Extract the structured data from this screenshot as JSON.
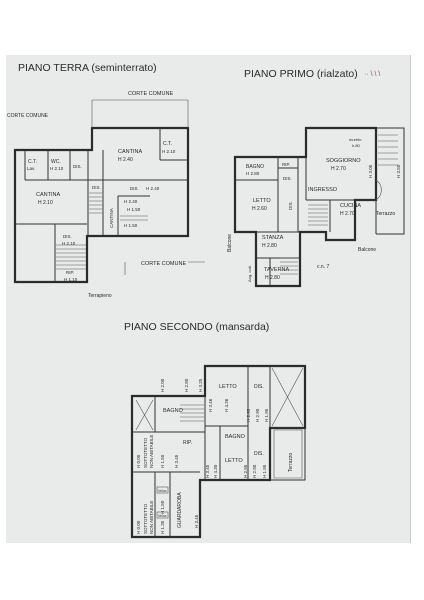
{
  "titles": {
    "ground": "PIANO TERRA (seminterrato)",
    "first": "PIANO PRIMO (rialzato)",
    "second": "PIANO SECONDO (mansarda)",
    "first_note": "·· \\ \\ \\"
  },
  "ground_floor": {
    "corte_top": "CORTE COMUNE",
    "corte_left": "CORTE COMUNE",
    "corte_bottom": "CORTE COMUNE",
    "terrapieno": "Terrapieno",
    "rooms": {
      "ct1": "C.T.",
      "ct1_sub": "Lav.",
      "wc": "WC.",
      "wc_h": "H 2.10",
      "dis1": "DIS.",
      "cantina_main": "CANTINA",
      "cantina_main_h": "H 2.40",
      "ct2": "C.T.",
      "ct2_h": "H 2.10",
      "cantina_left": "CANTINA",
      "cantina_left_h": "H 2.10",
      "dis2": "DIS.",
      "dis3": "DIS.",
      "dis3_h": "H 2.40",
      "cantina_small": "CANTINA",
      "h240": "H 2.40",
      "h150": "H 1.50",
      "h150b": "H 1.50",
      "dis4": "DIS.",
      "dis4_h": "H 2.10",
      "rip": "RIP.",
      "rip_h": "H 1.10"
    }
  },
  "first_floor": {
    "rooms": {
      "bagno": "BAGNO",
      "bagno_h": "H 2.80",
      "rip": "RIP.",
      "dis": "DIS.",
      "soggiorno": "SOGGIORNO",
      "soggiorno_h": "H 2.70",
      "mureto": "mureto",
      "mureto2": "h.80",
      "ingresso": "INGRESSO",
      "letto": "LETTO",
      "letto_h": "H 2.60",
      "dis2": "DIS.",
      "cucina": "CUCINA",
      "cucina_h": "H 2.70",
      "terrazzo": "Terrazzo",
      "h3_05": "H 3.05",
      "h3_50": "H 3.50",
      "balcone_left": "Balcone",
      "stanza": "STANZA",
      "stanza_h": "H 2.80",
      "balcone_right": "Balcone",
      "taverna": "TAVERNA",
      "taverna_h": "H 2.80",
      "angcott": "Ang. cott.",
      "cn": "c.n. 7"
    }
  },
  "second_floor": {
    "rooms": {
      "h200": "H 2.00",
      "h280": "H 2.80",
      "h325": "H 3.25",
      "letto1": "LETTO",
      "h346": "H 3.46",
      "h436": "H 4.36",
      "dis1": "DIS.",
      "h295": "H 2.95",
      "h290": "H 2.90",
      "h195": "H 1.95",
      "bagno1": "BAGNO",
      "h000": "H 0.00",
      "sottotetto": "SOTTOTETTO",
      "nonabit": "NON ABITABILE",
      "h150": "H 1.50",
      "h345a": "H 3.45",
      "rip": "RIP.",
      "bagno2": "BAGNO",
      "letto2": "LETTO",
      "dis2": "DIS.",
      "h345b": "H 3.45",
      "h430": "H 4.30",
      "h295b": "H 2.95",
      "h290b": "H 2.90",
      "h195b": "H 1.95",
      "terrazzo": "Terrazzo",
      "h000b": "H 0.00",
      "sottotetto2": "SOTTOTETTO",
      "nonabit2": "NON ABITABILE",
      "h150b": "H 1.50",
      "h135": "H 1.35",
      "guardaroba": "GUARDAROBA",
      "velux1": "Velux",
      "velux2": "Velux",
      "h345c": "H 3.45"
    }
  }
}
